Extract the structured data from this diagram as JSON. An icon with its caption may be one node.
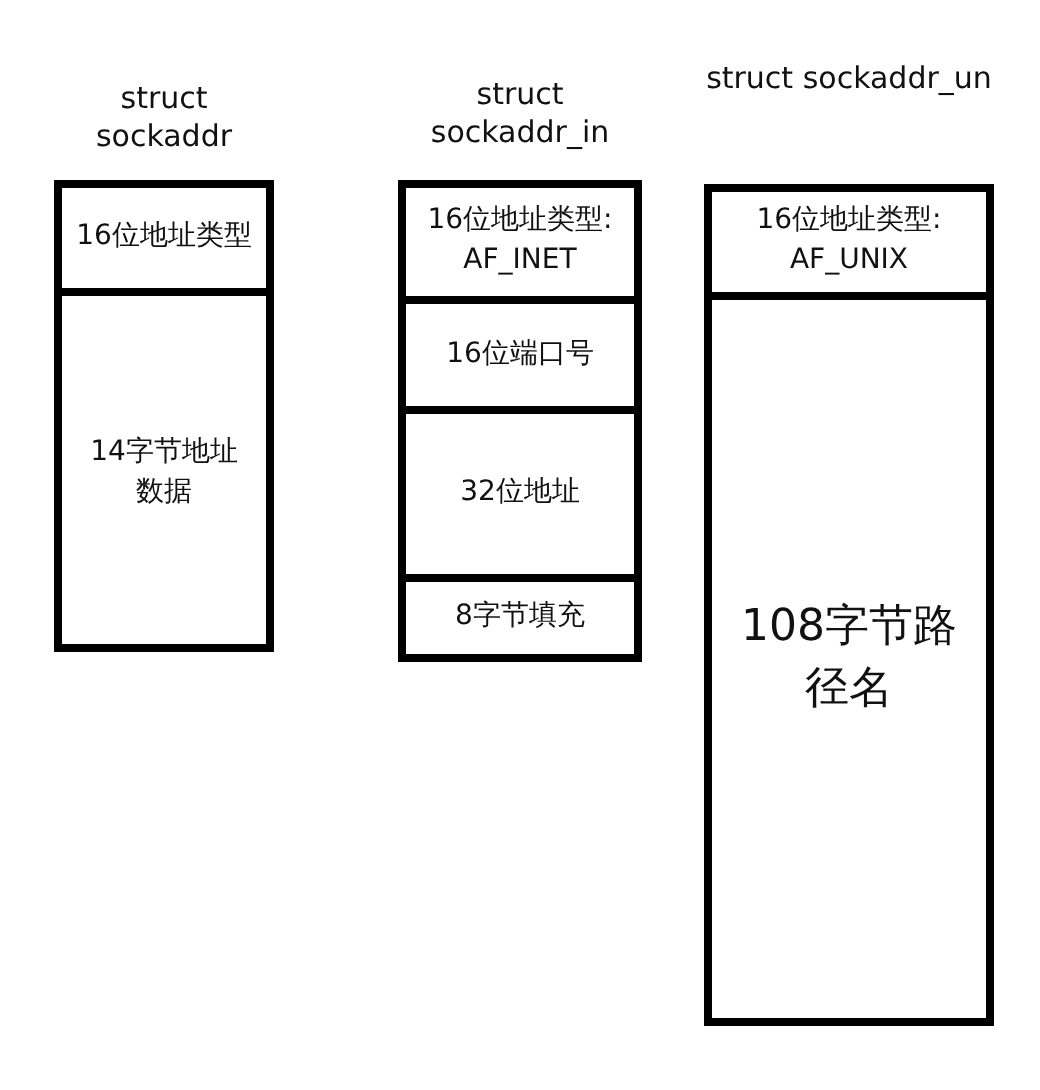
{
  "diagram": {
    "nodes": [
      {
        "text": [
          "struct sockaddr"
        ]
      },
      {
        "text": [
          "16位地址类型"
        ],
        "in": 0
      },
      {
        "text": [
          "14字节地址数据"
        ],
        "in": 0
      },
      {
        "text": [
          "struct sockaddr_in"
        ]
      },
      {
        "text": [
          "16位地址类型: AF_INET"
        ],
        "in": 3
      },
      {
        "text": [
          "16位端口号"
        ],
        "in": 3
      },
      {
        "text": [
          "32位地址"
        ],
        "in": 3
      },
      {
        "text": [
          "8字节填充"
        ],
        "in": 3
      },
      {
        "text": [
          "struct sockaddr_un"
        ]
      },
      {
        "text": [
          "16位地址类型: AF_UNIX"
        ],
        "in": 8
      },
      {
        "text": [
          "108字节路径名"
        ],
        "in": 8
      }
    ],
    "edges": []
  }
}
